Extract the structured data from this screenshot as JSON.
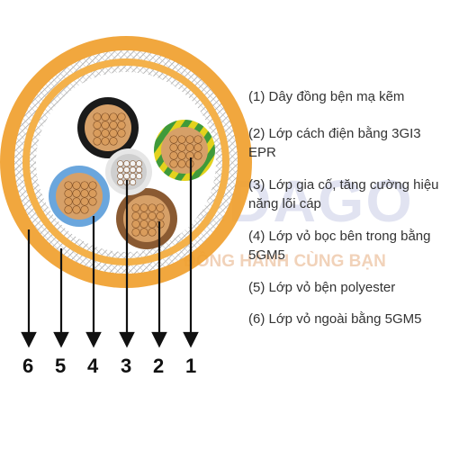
{
  "watermark": {
    "brand": "ADAGO",
    "tagline": "ĐỒNG HÀNH CÙNG BẠN"
  },
  "legend": [
    {
      "text": "(1) Dây đồng bện mạ kẽm"
    },
    {
      "text": "(2) Lớp cách điện bằng 3GI3 EPR"
    },
    {
      "text": "(3) Lớp gia cố, tăng cường hiệu năng lõi cáp"
    },
    {
      "text": "(4) Lớp vỏ bọc bên trong bằng 5GM5"
    },
    {
      "text": "(5) Lớp vỏ bện polyester"
    },
    {
      "text": "(6) Lớp vỏ ngoài bằng 5GM5"
    }
  ],
  "numbers": [
    "6",
    "5",
    "4",
    "3",
    "2",
    "1"
  ],
  "colors": {
    "outer_sheath": "#f0a02e",
    "inner_sheath": "#f4b14a",
    "core_black": "#1a1a1a",
    "core_yellow_green": "#c9c92a",
    "core_blue": "#6aa6dd",
    "core_brown": "#8a5a32",
    "core_grey": "#d4d4d4",
    "copper": "#d6a068",
    "arrow": "#111111"
  }
}
